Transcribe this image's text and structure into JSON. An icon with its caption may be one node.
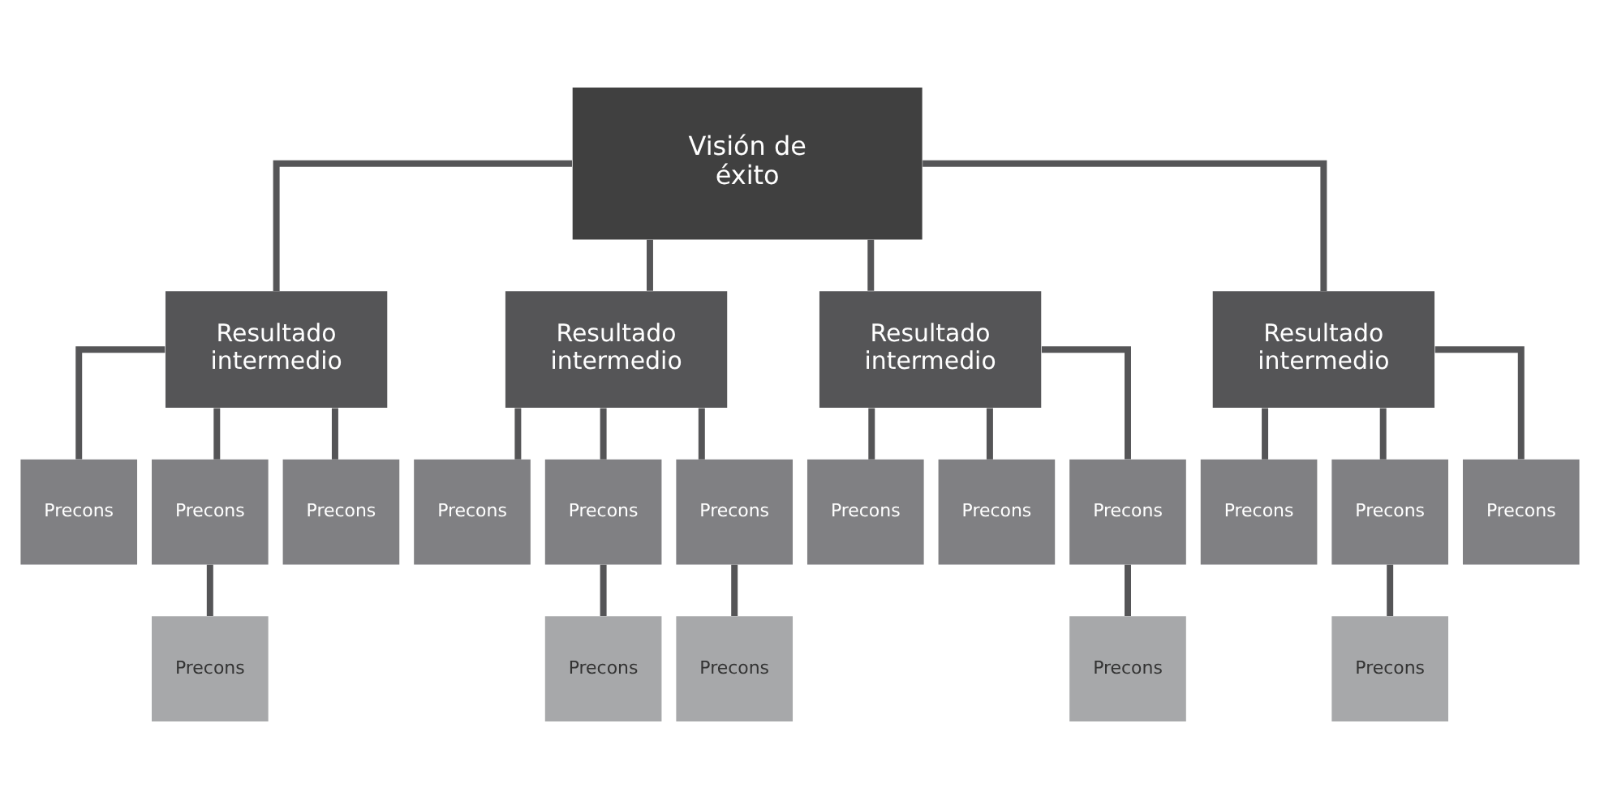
{
  "diagram": {
    "nodes": [
      {
        "text": [
          "Visión de éxito"
        ]
      },
      {
        "text": [
          "Resultado intermedio"
        ]
      },
      {
        "text": [
          "Resultado intermedio"
        ]
      },
      {
        "text": [
          "Resultado intermedio"
        ]
      },
      {
        "text": [
          "Resultado intermedio"
        ]
      },
      {
        "text": [
          "Precons"
        ]
      },
      {
        "text": [
          "Precons"
        ]
      },
      {
        "text": [
          "Precons"
        ]
      },
      {
        "text": [
          "Precons"
        ]
      },
      {
        "text": [
          "Precons"
        ]
      },
      {
        "text": [
          "Precons"
        ]
      },
      {
        "text": [
          "Precons"
        ]
      },
      {
        "text": [
          "Precons"
        ]
      },
      {
        "text": [
          "Precons"
        ]
      },
      {
        "text": [
          "Precons"
        ]
      },
      {
        "text": [
          "Precons"
        ]
      },
      {
        "text": [
          "Precons"
        ]
      },
      {
        "text": [
          "Precons"
        ]
      },
      {
        "text": [
          "Precons"
        ]
      },
      {
        "text": [
          "Precons"
        ]
      },
      {
        "text": [
          "Precons"
        ]
      },
      {
        "text": [
          "Precons"
        ]
      }
    ],
    "edges": [
      {
        "from": 0,
        "to": 1,
        "arrow": "none"
      },
      {
        "from": 0,
        "to": 2,
        "arrow": "none"
      },
      {
        "from": 0,
        "to": 3,
        "arrow": "none"
      },
      {
        "from": 0,
        "to": 4,
        "arrow": "none"
      },
      {
        "from": 1,
        "to": 5,
        "arrow": "none"
      },
      {
        "from": 1,
        "to": 6,
        "arrow": "none"
      },
      {
        "from": 1,
        "to": 7,
        "arrow": "none"
      },
      {
        "from": 2,
        "to": 8,
        "arrow": "none"
      },
      {
        "from": 2,
        "to": 9,
        "arrow": "none"
      },
      {
        "from": 2,
        "to": 10,
        "arrow": "none"
      },
      {
        "from": 3,
        "to": 11,
        "arrow": "none"
      },
      {
        "from": 3,
        "to": 12,
        "arrow": "none"
      },
      {
        "from": 3,
        "to": 13,
        "arrow": "none"
      },
      {
        "from": 4,
        "to": 14,
        "arrow": "none"
      },
      {
        "from": 4,
        "to": 15,
        "arrow": "none"
      },
      {
        "from": 4,
        "to": 16,
        "arrow": "none"
      },
      {
        "from": 6,
        "to": 17,
        "arrow": "none"
      },
      {
        "from": 9,
        "to": 18,
        "arrow": "none"
      },
      {
        "from": 10,
        "to": 19,
        "arrow": "none"
      },
      {
        "from": 13,
        "to": 20,
        "arrow": "none"
      },
      {
        "from": 15,
        "to": 21,
        "arrow": "none"
      }
    ]
  }
}
